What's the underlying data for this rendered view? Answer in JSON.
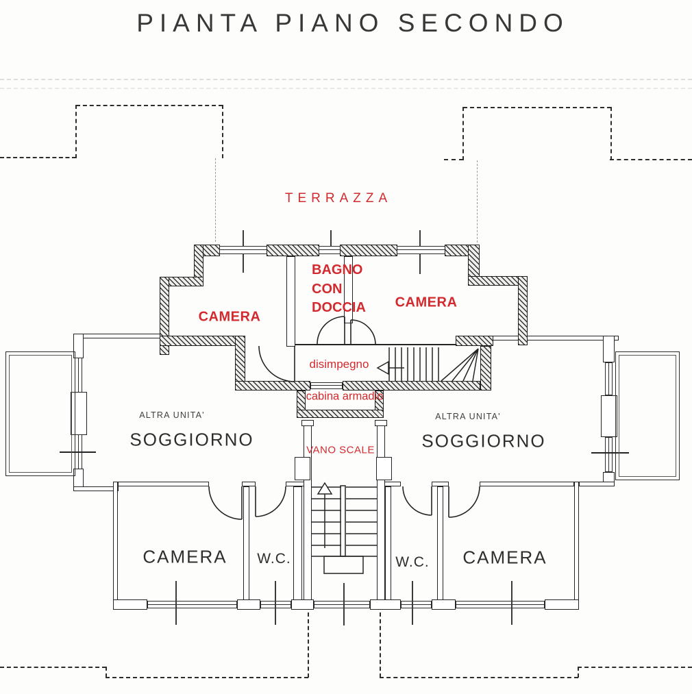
{
  "title": "PIANTA PIANO SECONDO",
  "colors": {
    "label_red": "#d22a2e",
    "ink": "#2e2e2e"
  },
  "rooms": {
    "terrazza": "TERRAZZA",
    "bagno_con_doccia": "BAGNO\nCON\nDOCCIA",
    "camera_top_left": "CAMERA",
    "camera_top_right": "CAMERA",
    "disimpegno": "disimpegno",
    "cabina_armadio": "cabina armadio",
    "vano_scale": "VANO SCALE",
    "altra_unita_left": "ALTRA UNITA'",
    "soggiorno_left": "SOGGIORNO",
    "altra_unita_right": "ALTRA UNITA'",
    "soggiorno_right": "SOGGIORNO",
    "camera_bottom_left": "CAMERA",
    "wc_left": "W.C.",
    "wc_right": "W.C.",
    "camera_bottom_right": "CAMERA"
  }
}
